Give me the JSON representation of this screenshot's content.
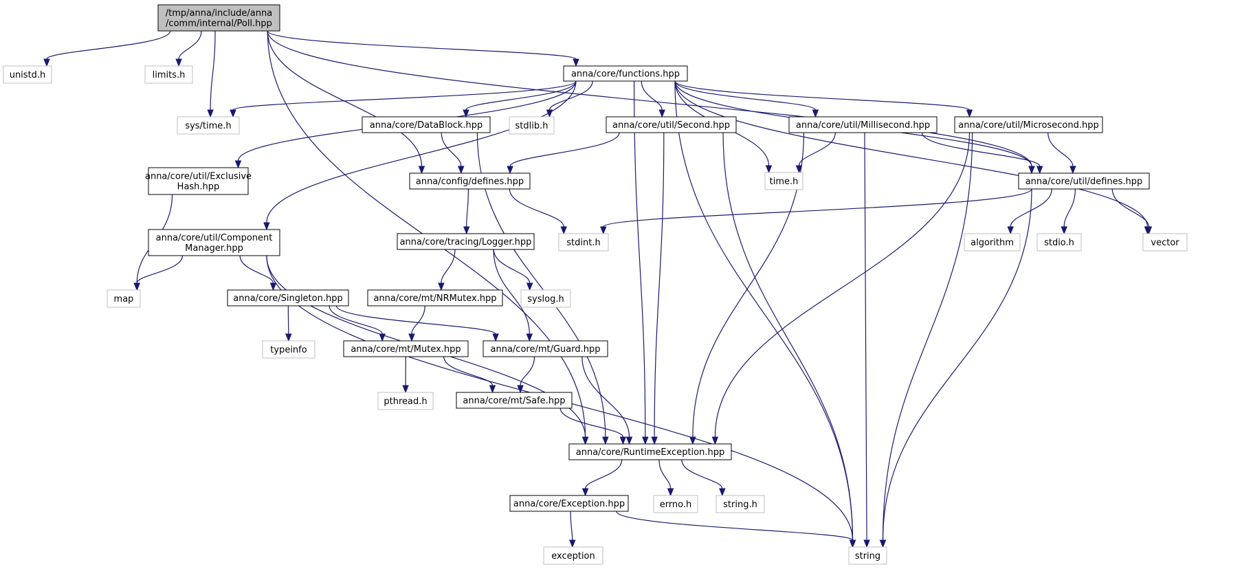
{
  "colors": {
    "edge": "#191970",
    "root_fill": "#bfbfbf",
    "local_border": "#000000",
    "external_border": "#bfbfbf"
  },
  "nodes": [
    {
      "id": "root",
      "kind": "root",
      "lines": [
        "/tmp/anna/include/anna",
        "/comm/internal/Poll.hpp"
      ]
    },
    {
      "id": "unistd",
      "kind": "external",
      "lines": [
        "unistd.h"
      ]
    },
    {
      "id": "limits",
      "kind": "external",
      "lines": [
        "limits.h"
      ]
    },
    {
      "id": "functions",
      "kind": "local",
      "lines": [
        "anna/core/functions.hpp"
      ]
    },
    {
      "id": "systime",
      "kind": "external",
      "lines": [
        "sys/time.h"
      ]
    },
    {
      "id": "datablock",
      "kind": "local",
      "lines": [
        "anna/core/DataBlock.hpp"
      ]
    },
    {
      "id": "stdlib",
      "kind": "external",
      "lines": [
        "stdlib.h"
      ]
    },
    {
      "id": "second",
      "kind": "local",
      "lines": [
        "anna/core/util/Second.hpp"
      ]
    },
    {
      "id": "millisecond",
      "kind": "local",
      "lines": [
        "anna/core/util/Millisecond.hpp"
      ]
    },
    {
      "id": "microsecond",
      "kind": "local",
      "lines": [
        "anna/core/util/Microsecond.hpp"
      ]
    },
    {
      "id": "exclusive",
      "kind": "local",
      "lines": [
        "anna/core/util/Exclusive",
        "Hash.hpp"
      ]
    },
    {
      "id": "cfgdefines",
      "kind": "local",
      "lines": [
        "anna/config/defines.hpp"
      ]
    },
    {
      "id": "timeh",
      "kind": "external",
      "lines": [
        "time.h"
      ]
    },
    {
      "id": "utildefines",
      "kind": "local",
      "lines": [
        "anna/core/util/defines.hpp"
      ]
    },
    {
      "id": "component",
      "kind": "local",
      "lines": [
        "anna/core/util/Component",
        "Manager.hpp"
      ]
    },
    {
      "id": "logger",
      "kind": "local",
      "lines": [
        "anna/core/tracing/Logger.hpp"
      ]
    },
    {
      "id": "stdint",
      "kind": "external",
      "lines": [
        "stdint.h"
      ]
    },
    {
      "id": "algorithm",
      "kind": "external",
      "lines": [
        "algorithm"
      ]
    },
    {
      "id": "stdio",
      "kind": "external",
      "lines": [
        "stdio.h"
      ]
    },
    {
      "id": "vector",
      "kind": "external",
      "lines": [
        "vector"
      ]
    },
    {
      "id": "map",
      "kind": "external",
      "lines": [
        "map"
      ]
    },
    {
      "id": "singleton",
      "kind": "local",
      "lines": [
        "anna/core/Singleton.hpp"
      ]
    },
    {
      "id": "nrmutex",
      "kind": "local",
      "lines": [
        "anna/core/mt/NRMutex.hpp"
      ]
    },
    {
      "id": "syslog",
      "kind": "external",
      "lines": [
        "syslog.h"
      ]
    },
    {
      "id": "typeinfo",
      "kind": "external",
      "lines": [
        "typeinfo"
      ]
    },
    {
      "id": "mutex",
      "kind": "local",
      "lines": [
        "anna/core/mt/Mutex.hpp"
      ]
    },
    {
      "id": "guard",
      "kind": "local",
      "lines": [
        "anna/core/mt/Guard.hpp"
      ]
    },
    {
      "id": "pthread",
      "kind": "external",
      "lines": [
        "pthread.h"
      ]
    },
    {
      "id": "safe",
      "kind": "local",
      "lines": [
        "anna/core/mt/Safe.hpp"
      ]
    },
    {
      "id": "runtime",
      "kind": "local",
      "lines": [
        "anna/core/RuntimeException.hpp"
      ]
    },
    {
      "id": "exception",
      "kind": "local",
      "lines": [
        "anna/core/Exception.hpp"
      ]
    },
    {
      "id": "errno",
      "kind": "external",
      "lines": [
        "errno.h"
      ]
    },
    {
      "id": "stringh",
      "kind": "external",
      "lines": [
        "string.h"
      ]
    },
    {
      "id": "exceptionstd",
      "kind": "external",
      "lines": [
        "exception"
      ]
    },
    {
      "id": "string",
      "kind": "external",
      "lines": [
        "string"
      ]
    }
  ],
  "edges": [
    [
      "root",
      "unistd"
    ],
    [
      "root",
      "limits"
    ],
    [
      "root",
      "functions"
    ],
    [
      "root",
      "systime"
    ],
    [
      "root",
      "cfgdefines"
    ],
    [
      "root",
      "utildefines"
    ],
    [
      "root",
      "runtime"
    ],
    [
      "functions",
      "systime"
    ],
    [
      "functions",
      "datablock"
    ],
    [
      "functions",
      "stdlib"
    ],
    [
      "functions",
      "second"
    ],
    [
      "functions",
      "millisecond"
    ],
    [
      "functions",
      "microsecond"
    ],
    [
      "functions",
      "exclusive"
    ],
    [
      "functions",
      "timeh"
    ],
    [
      "functions",
      "utildefines"
    ],
    [
      "functions",
      "component"
    ],
    [
      "functions",
      "runtime"
    ],
    [
      "functions",
      "vector"
    ],
    [
      "functions",
      "string"
    ],
    [
      "datablock",
      "cfgdefines"
    ],
    [
      "datablock",
      "runtime"
    ],
    [
      "second",
      "cfgdefines"
    ],
    [
      "second",
      "runtime"
    ],
    [
      "second",
      "string"
    ],
    [
      "millisecond",
      "timeh"
    ],
    [
      "millisecond",
      "utildefines"
    ],
    [
      "millisecond",
      "runtime"
    ],
    [
      "millisecond",
      "string"
    ],
    [
      "microsecond",
      "utildefines"
    ],
    [
      "microsecond",
      "runtime"
    ],
    [
      "microsecond",
      "string"
    ],
    [
      "exclusive",
      "map"
    ],
    [
      "cfgdefines",
      "logger"
    ],
    [
      "cfgdefines",
      "stdint"
    ],
    [
      "utildefines",
      "stdint"
    ],
    [
      "utildefines",
      "algorithm"
    ],
    [
      "utildefines",
      "stdio"
    ],
    [
      "utildefines",
      "vector"
    ],
    [
      "utildefines",
      "string"
    ],
    [
      "component",
      "map"
    ],
    [
      "component",
      "singleton"
    ],
    [
      "component",
      "runtime"
    ],
    [
      "component",
      "string"
    ],
    [
      "logger",
      "nrmutex"
    ],
    [
      "logger",
      "syslog"
    ],
    [
      "logger",
      "guard"
    ],
    [
      "singleton",
      "typeinfo"
    ],
    [
      "singleton",
      "mutex"
    ],
    [
      "singleton",
      "guard"
    ],
    [
      "nrmutex",
      "mutex"
    ],
    [
      "mutex",
      "pthread"
    ],
    [
      "mutex",
      "safe"
    ],
    [
      "guard",
      "safe"
    ],
    [
      "guard",
      "runtime"
    ],
    [
      "safe",
      "runtime"
    ],
    [
      "runtime",
      "exception"
    ],
    [
      "runtime",
      "errno"
    ],
    [
      "runtime",
      "stringh"
    ],
    [
      "exception",
      "exceptionstd"
    ],
    [
      "exception",
      "string"
    ]
  ]
}
